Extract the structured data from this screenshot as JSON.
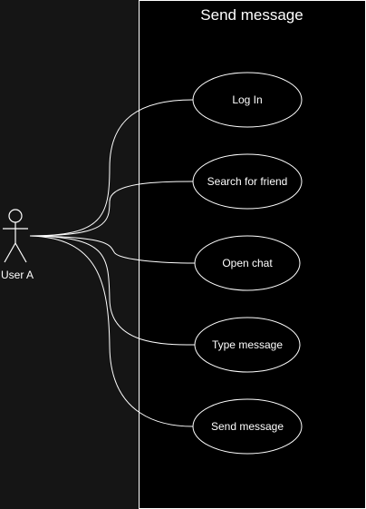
{
  "diagram": {
    "title": "Send message",
    "actor": {
      "label": "User A"
    },
    "use_cases": [
      {
        "label": "Log In"
      },
      {
        "label": "Search for friend"
      },
      {
        "label": "Open chat"
      },
      {
        "label": "Type message"
      },
      {
        "label": "Send message"
      }
    ]
  }
}
